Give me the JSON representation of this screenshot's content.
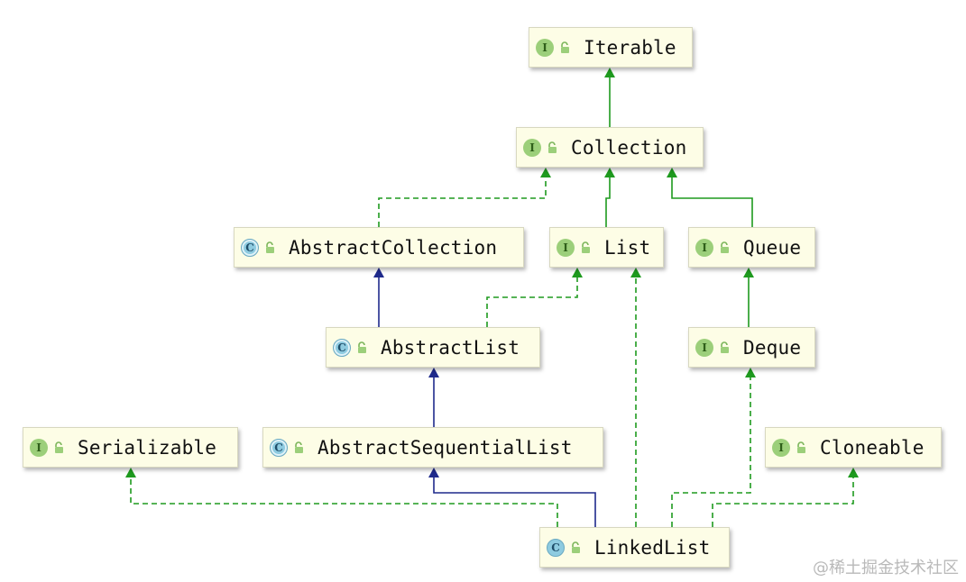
{
  "colors": {
    "implements": "#1e9a1e",
    "extends_interface": "#1e9a1e",
    "extends_class": "#1f2a8c",
    "node_bg": "#fdfde6"
  },
  "nodes": [
    {
      "id": "iterable",
      "label": "Iterable",
      "kind": "interface"
    },
    {
      "id": "collection",
      "label": "Collection",
      "kind": "interface"
    },
    {
      "id": "abstractcollection",
      "label": "AbstractCollection",
      "kind": "abstract-class"
    },
    {
      "id": "list",
      "label": "List",
      "kind": "interface"
    },
    {
      "id": "queue",
      "label": "Queue",
      "kind": "interface"
    },
    {
      "id": "abstractlist",
      "label": "AbstractList",
      "kind": "abstract-class"
    },
    {
      "id": "deque",
      "label": "Deque",
      "kind": "interface"
    },
    {
      "id": "serializable",
      "label": "Serializable",
      "kind": "interface"
    },
    {
      "id": "abstractsequentiallist",
      "label": "AbstractSequentialList",
      "kind": "abstract-class"
    },
    {
      "id": "cloneable",
      "label": "Cloneable",
      "kind": "interface"
    },
    {
      "id": "linkedlist",
      "label": "LinkedList",
      "kind": "class"
    }
  ],
  "edges": [
    {
      "from": "collection",
      "to": "iterable",
      "type": "extends-interface"
    },
    {
      "from": "abstractcollection",
      "to": "collection",
      "type": "implements"
    },
    {
      "from": "list",
      "to": "collection",
      "type": "extends-interface"
    },
    {
      "from": "queue",
      "to": "collection",
      "type": "extends-interface"
    },
    {
      "from": "abstractlist",
      "to": "abstractcollection",
      "type": "extends-class"
    },
    {
      "from": "abstractlist",
      "to": "list",
      "type": "implements"
    },
    {
      "from": "deque",
      "to": "queue",
      "type": "extends-interface"
    },
    {
      "from": "abstractsequentiallist",
      "to": "abstractlist",
      "type": "extends-class"
    },
    {
      "from": "linkedlist",
      "to": "abstractsequentiallist",
      "type": "extends-class"
    },
    {
      "from": "linkedlist",
      "to": "serializable",
      "type": "implements"
    },
    {
      "from": "linkedlist",
      "to": "list",
      "type": "implements"
    },
    {
      "from": "linkedlist",
      "to": "deque",
      "type": "implements"
    },
    {
      "from": "linkedlist",
      "to": "cloneable",
      "type": "implements"
    }
  ],
  "icons": {
    "interface_badge": "I",
    "class_badge": "C",
    "visibility": "unlocked-icon"
  },
  "watermark": "@稀土掘金技术社区"
}
